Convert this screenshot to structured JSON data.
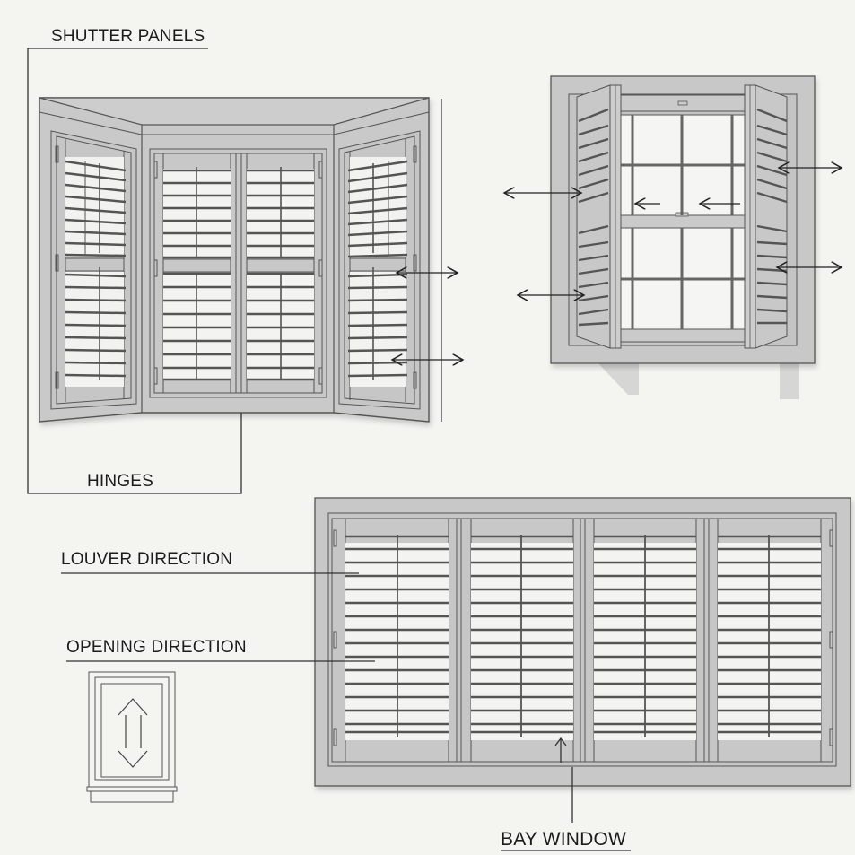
{
  "diagram": {
    "background": "#f4f4f1",
    "frame_fill": "#c8c8c8",
    "stroke": "#555555",
    "louver_fill": "#f4f4f2",
    "labels": {
      "shutter_panels": "SHUTTER PANELS",
      "hinges": "HINGES",
      "louver_direction": "LOUVER DIRECTION",
      "opening_direction": "OPENING DIRECTION",
      "bay_window": "BAY WINDOW"
    },
    "figures": [
      {
        "id": "bay-window-angled",
        "description": "Three-sided bay window with plantation shutters, angled side panels"
      },
      {
        "id": "open-shutters-sash",
        "description": "Single sash window with shutter panels swung open, arrows indicating opening"
      },
      {
        "id": "four-panel-shutters",
        "description": "Four-panel plantation shutters across wide window"
      },
      {
        "id": "opening-direction-icon",
        "description": "Small window icon with up/down double arrow"
      }
    ]
  }
}
